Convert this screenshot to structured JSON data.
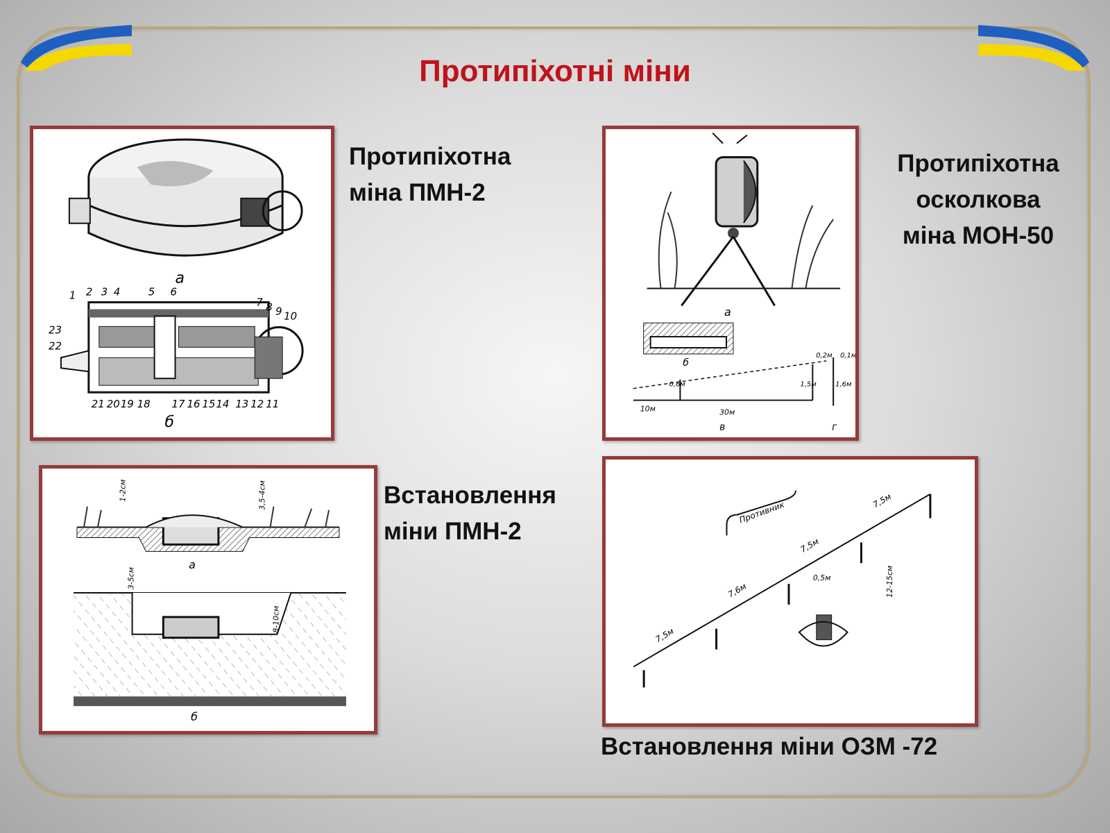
{
  "slide": {
    "title": "Протипіхотні міни"
  },
  "panels": {
    "pmn2": {
      "caption_line1": "Протипіхотна",
      "caption_line2": "міна ПМН-2",
      "label_a": "а",
      "label_b": "б",
      "part_numbers": [
        "1",
        "2",
        "3",
        "4",
        "5",
        "6",
        "7",
        "8",
        "9",
        "10",
        "11",
        "12",
        "13",
        "14",
        "15",
        "16",
        "17",
        "18",
        "19",
        "20",
        "21",
        "22",
        "23"
      ]
    },
    "mon50": {
      "caption_line1": "Протипіхотна",
      "caption_line2": "осколкова",
      "caption_line3": "міна МОН-50",
      "label_a": "а",
      "label_b": "б",
      "label_v": "в",
      "label_g": "г",
      "dist_10": "10м",
      "dist_30": "30м",
      "h_06": "0,6м",
      "h_15": "1,5м",
      "h_16": "1,6м",
      "h_02": "0,2м",
      "h_01": "0,1м"
    },
    "pmn2_install": {
      "caption_line1": "Встановлення",
      "caption_line2": "міни ПМН-2",
      "label_a": "а",
      "label_b": "б",
      "depth_top": "1-2см",
      "depth_right": "3,5-4см",
      "depth_cover": "3-5см",
      "depth_hole": "8-10см"
    },
    "ozm72": {
      "caption": "Встановлення міни ОЗМ -72",
      "enemy": "Противник",
      "span1": "7,5м",
      "span2": "7,6м",
      "span3": "7,5м",
      "span4": "7,5м",
      "offset": "0,5м",
      "height": "12-15см"
    }
  },
  "colors": {
    "title": "#c0121a",
    "panel_border": "#963a3a",
    "flag_blue": "#1f5fbf",
    "flag_yellow": "#f5d800",
    "frame_gold": "#b8a77c"
  }
}
